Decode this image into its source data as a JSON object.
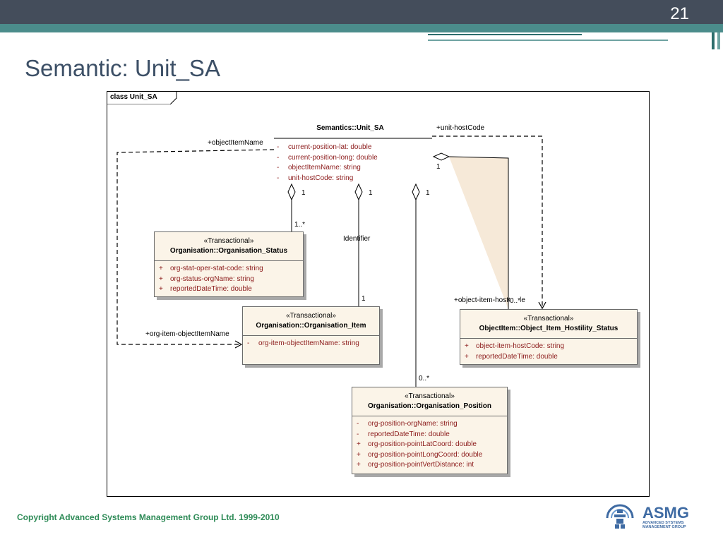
{
  "slide": {
    "number": "21",
    "title": "Semantic: Unit_SA",
    "copyright": "Copyright Advanced Systems Management Group Ltd. 1999-2010",
    "logo_text": "ASMG",
    "logo_subtitle_1": "ADVANCED SYSTEMS",
    "logo_subtitle_2": "MANAGEMENT GROUP"
  },
  "diagram": {
    "frame_label": "class Unit_SA",
    "unit_sa": {
      "name": "Semantics::Unit_SA",
      "attributes": [
        {
          "vis": "-",
          "text": "current-position-lat:  double"
        },
        {
          "vis": "-",
          "text": "current-position-long:  double"
        },
        {
          "vis": "-",
          "text": "objectItemName:  string"
        },
        {
          "vis": "-",
          "text": "unit-hostCode:  string"
        }
      ]
    },
    "org_status": {
      "stereotype": "«Transactional»",
      "name": "Organisation::Organisation_Status",
      "attributes": [
        {
          "vis": "+",
          "text": "org-stat-oper-stat-code:  string"
        },
        {
          "vis": "+",
          "text": "org-status-orgName:  string"
        },
        {
          "vis": "+",
          "text": "reportedDateTime:  double"
        }
      ]
    },
    "org_item": {
      "stereotype": "«Transactional»",
      "name": "Organisation::Organisation_Item",
      "attributes": [
        {
          "vis": "-",
          "text": "org-item-objectItemName:  string"
        }
      ]
    },
    "hostility": {
      "stereotype": "«Transactional»",
      "name": "ObjectItem::Object_Item_Hostility_Status",
      "attributes": [
        {
          "vis": "+",
          "text": "object-item-hostCode:  string"
        },
        {
          "vis": "+",
          "text": "reportedDateTime:  double"
        }
      ]
    },
    "org_position": {
      "stereotype": "«Transactional»",
      "name": "Organisation::Organisation_Position",
      "attributes": [
        {
          "vis": "-",
          "text": "org-position-orgName:  string"
        },
        {
          "vis": "-",
          "text": "reportedDateTime:  double"
        },
        {
          "vis": "+",
          "text": "org-position-pointLatCoord:  double"
        },
        {
          "vis": "+",
          "text": "org-position-pointLongCoord:  double"
        },
        {
          "vis": "+",
          "text": "org-position-pointVertDistance:  int"
        }
      ]
    },
    "labels": {
      "object_item_name": "+objectItemName",
      "unit_host_code": "+unit-hostCode",
      "org_item_object_item_name": "+org-item-objectItemName",
      "object_item_hostcode": "+object-item-hostCode",
      "identifier": "Identifier",
      "mult_status_top": "1",
      "mult_status_bottom": "1..*",
      "mult_item_top": "1",
      "mult_item_bottom": "1",
      "mult_position_top": "1",
      "mult_position_bottom": "0..*",
      "mult_hostility_top": "1",
      "mult_hostility_bottom": "0..*"
    }
  }
}
